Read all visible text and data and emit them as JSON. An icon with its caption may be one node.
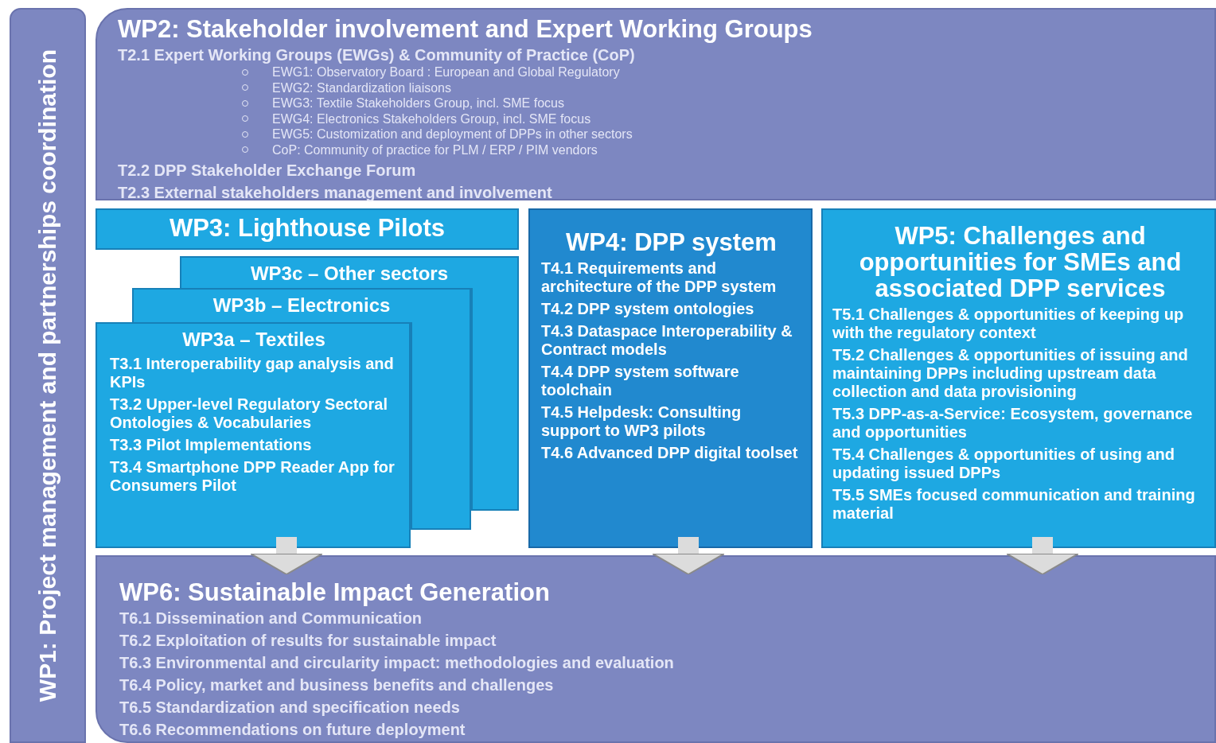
{
  "diagram": {
    "nodes": [
      {
        "text": [
          "WP1: Project management and partnerships coordination"
        ]
      },
      {
        "text": [
          "WP2: Stakeholder involvement and Expert Working Groups",
          "T2.1 Expert Working Groups (EWGs) & Community of Practice (CoP)",
          "EWG1: Observatory Board : European and Global Regulatory",
          "EWG2: Standardization liaisons",
          "EWG3: Textile Stakeholders Group, incl. SME focus",
          "EWG4: Electronics Stakeholders Group, incl. SME focus",
          "EWG5: Customization and deployment of DPPs in other sectors",
          "CoP: Community of practice for PLM / ERP / PIM vendors",
          "T2.2 DPP Stakeholder Exchange Forum",
          "T2.3 External stakeholders management and involvement"
        ]
      },
      {
        "text": [
          "WP3: Lighthouse Pilots"
        ]
      },
      {
        "text": [
          "WP3c – Other sectors"
        ]
      },
      {
        "text": [
          "WP3b – Electronics"
        ]
      },
      {
        "text": [
          "WP3a – Textiles",
          "T3.1 Interoperability gap analysis and KPIs",
          "T3.2 Upper-level Regulatory Sectoral Ontologies & Vocabularies",
          "T3.3 Pilot Implementations",
          "T3.4 Smartphone DPP Reader App for Consumers Pilot"
        ]
      },
      {
        "text": [
          "WP4: DPP system",
          "T4.1 Requirements and architecture of the DPP system",
          "T4.2 DPP system ontologies",
          "T4.3 Dataspace Interoperability & Contract models",
          "T4.4 DPP system software toolchain",
          "T4.5 Helpdesk: Consulting support to WP3 pilots",
          "T4.6 Advanced DPP digital toolset"
        ]
      },
      {
        "text": [
          "WP5: Challenges and opportunities for SMEs and associated DPP services",
          "T5.1 Challenges & opportunities of keeping up with the regulatory context",
          "T5.2 Challenges & opportunities of issuing and maintaining DPPs including upstream data collection and data provisioning",
          "T5.3 DPP-as-a-Service: Ecosystem, governance and opportunities",
          "T5.4 Challenges & opportunities of using and updating issued DPPs",
          "T5.5 SMEs focused communication and training material"
        ]
      },
      {
        "text": [
          "WP6: Sustainable Impact Generation",
          "T6.1 Dissemination and Communication",
          "T6.2 Exploitation of results for sustainable impact",
          "T6.3 Environmental and circularity impact: methodologies and evaluation",
          "T6.4 Policy, market and business benefits and challenges",
          "T6.5 Standardization and specification needs",
          "T6.6 Recommendations on future deployment"
        ]
      }
    ],
    "edges": [
      {
        "from": 5,
        "to": 8,
        "arrow": "to"
      },
      {
        "from": 6,
        "to": 8,
        "arrow": "to"
      },
      {
        "from": 7,
        "to": 8,
        "arrow": "to"
      }
    ]
  }
}
